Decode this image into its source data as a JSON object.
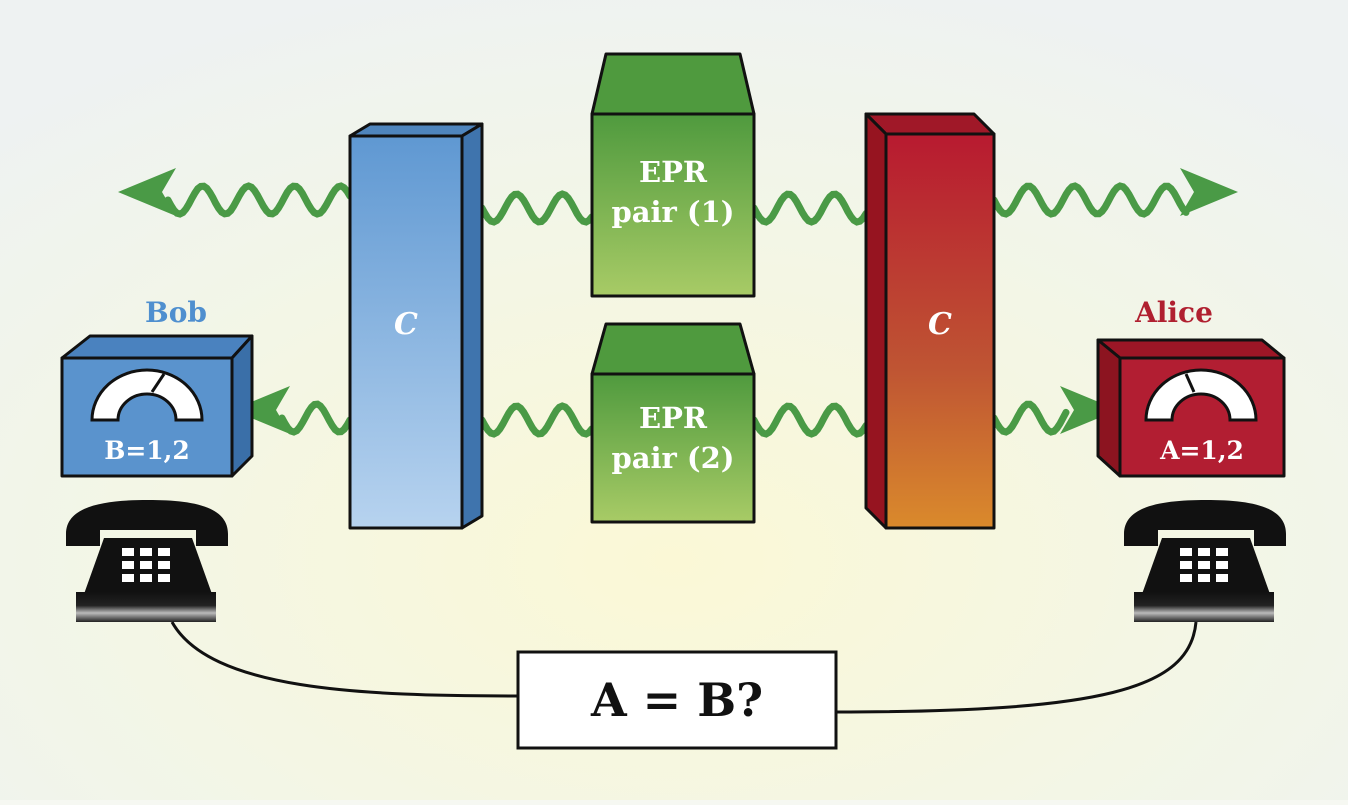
{
  "bob": {
    "label": "Bob",
    "readout": "B=1,2",
    "color": "#3f7fc0"
  },
  "alice": {
    "label": "Alice",
    "readout": "A=1,2",
    "color": "#b02030"
  },
  "left_box": {
    "label": "C",
    "color": "#5a95d0"
  },
  "right_box": {
    "label": "C",
    "color": "#b8202e"
  },
  "epr_pair_1": {
    "line1": "EPR",
    "line2": "pair (1)"
  },
  "epr_pair_2": {
    "line1": "EPR",
    "line2": "pair (2)"
  },
  "comparison": {
    "text": "A = B?"
  },
  "colors": {
    "wave": "#4a9a46",
    "epr_box": "#66aa44",
    "phone": "#111111"
  },
  "icons": [
    "telephone-icon",
    "meter-dial-icon",
    "wave-arrow-icon"
  ]
}
